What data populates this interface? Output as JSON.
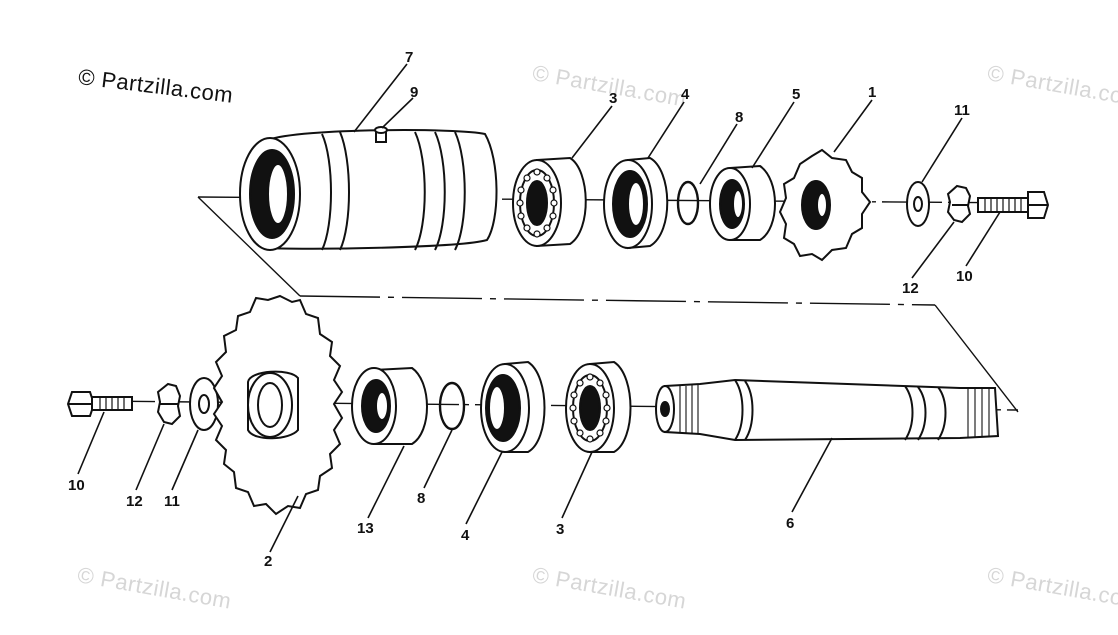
{
  "copyright": "© Partzilla.com",
  "watermark": "© Partzilla.com",
  "callouts": {
    "upper": {
      "c7": "7",
      "c9": "9",
      "c3": "3",
      "c4": "4",
      "c8": "8",
      "c5": "5",
      "c1": "1",
      "c11": "11",
      "c12": "12",
      "c10": "10"
    },
    "lower": {
      "c10": "10",
      "c12": "12",
      "c11": "11",
      "c2": "2",
      "c13": "13",
      "c8": "8",
      "c4": "4",
      "c3": "3",
      "c6": "6"
    }
  }
}
